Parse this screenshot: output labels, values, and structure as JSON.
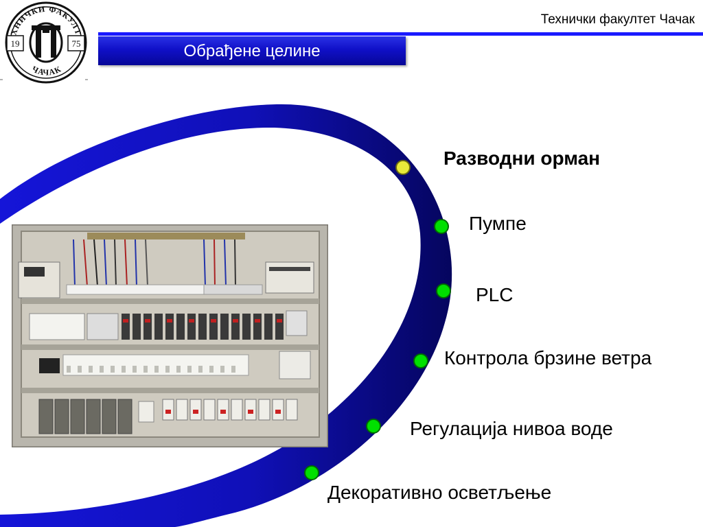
{
  "header": {
    "institution": "Технички факултет Чачак",
    "title": "Обрађене целине"
  },
  "logo": {
    "top_text": "ТЕХНИЧКИ ФАКУЛТЕТ",
    "bottom_text": "ЧАЧАК",
    "year_left": "19",
    "year_right": "75"
  },
  "items": [
    {
      "label": "Разводни орман",
      "state": "active"
    },
    {
      "label": "Пумпе",
      "state": "normal"
    },
    {
      "label": "PLC",
      "state": "normal"
    },
    {
      "label": "Контрола брзине ветра",
      "state": "normal"
    },
    {
      "label": "Регулација нивоа воде",
      "state": "normal"
    },
    {
      "label": "Декоративно осветљење",
      "state": "normal"
    }
  ],
  "colors": {
    "accent": "#1a1aff",
    "arc_dark": "#0a0a80",
    "dot_active": "#e8ea3a",
    "dot_normal": "#00e000"
  }
}
